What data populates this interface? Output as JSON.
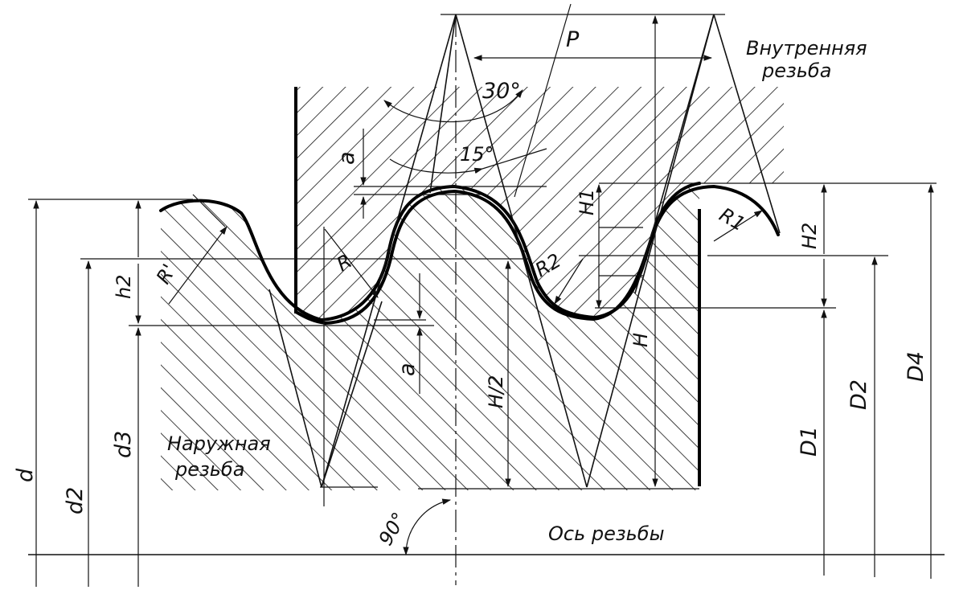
{
  "labels": {
    "P": "P",
    "internal_thread": [
      "Внутренняя",
      "резьба"
    ],
    "external_thread": [
      "Наружная",
      "резьба"
    ],
    "thread_axis": "Ось резьбы",
    "angle_30": "30°",
    "angle_15": "15°",
    "angle_90": "90°",
    "a_top": "a",
    "a_bottom": "a",
    "H1": "H1",
    "H2": "H2",
    "H": "H",
    "H_half": "H/2",
    "h2": "h2",
    "R": "R",
    "R_prime": "R'",
    "R1": "R1",
    "R2": "R2",
    "d": "d",
    "d2": "d2",
    "d3": "d3",
    "D1": "D1",
    "D2": "D2",
    "D4": "D4"
  }
}
